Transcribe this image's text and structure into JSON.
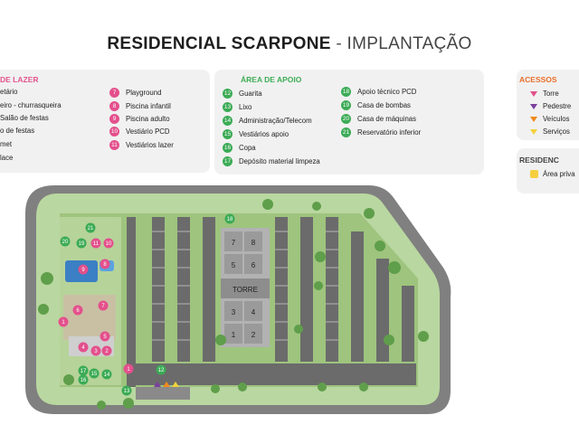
{
  "header": {
    "title_bold": "RESIDENCIAL SCARPONE",
    "separator": " - ",
    "title_light": "IMPLANTAÇÃO"
  },
  "lazer": {
    "title": "DE LAZER",
    "items": [
      {
        "num": "",
        "label": "etário"
      },
      {
        "num": "",
        "label": "eiro - churrasqueira"
      },
      {
        "num": "",
        "label": "Salão de festas"
      },
      {
        "num": "",
        "label": "o de festas"
      },
      {
        "num": "",
        "label": "met"
      },
      {
        "num": "",
        "label": "lace"
      },
      {
        "num": "7",
        "label": "Playground"
      },
      {
        "num": "8",
        "label": "Piscina infantil"
      },
      {
        "num": "9",
        "label": "Piscina adulto"
      },
      {
        "num": "10",
        "label": "Vestiário PCD"
      },
      {
        "num": "11",
        "label": "Vestiários lazer"
      }
    ]
  },
  "apoio": {
    "title": "ÁREA DE APOIO",
    "items": [
      {
        "num": "12",
        "label": "Guarita"
      },
      {
        "num": "13",
        "label": "Lixo"
      },
      {
        "num": "14",
        "label": "Administração/Telecom"
      },
      {
        "num": "15",
        "label": "Vestiários apoio"
      },
      {
        "num": "16",
        "label": "Copa"
      },
      {
        "num": "17",
        "label": "Depósito material limpeza"
      },
      {
        "num": "18",
        "label": "Apoio técnico PCD"
      },
      {
        "num": "19",
        "label": "Casa de bombas"
      },
      {
        "num": "20",
        "label": "Casa de máquinas"
      },
      {
        "num": "21",
        "label": "Reservatório inferior"
      }
    ]
  },
  "acessos": {
    "title": "ACESSOS",
    "items": [
      {
        "label": "Torre",
        "color": "#e3508c"
      },
      {
        "label": "Pedestre",
        "color": "#7b3f9e"
      },
      {
        "label": "Veículos",
        "color": "#f08a1c"
      },
      {
        "label": "Serviços",
        "color": "#f2d23b"
      }
    ]
  },
  "residencial": {
    "title": "RESIDENC",
    "items": [
      {
        "label": "Área priva",
        "color": "#f6cf3f"
      }
    ]
  },
  "map": {
    "tower_label": "TORRE",
    "tower_units": [
      "7",
      "8",
      "5",
      "6",
      "3",
      "4",
      "1",
      "2"
    ],
    "markers": [
      {
        "num": "21",
        "color": "#3bab55"
      },
      {
        "num": "20",
        "color": "#3bab55"
      },
      {
        "num": "19",
        "color": "#3bab55"
      },
      {
        "num": "11",
        "color": "#e3508c"
      },
      {
        "num": "10",
        "color": "#e3508c"
      },
      {
        "num": "8",
        "color": "#e3508c"
      },
      {
        "num": "9",
        "color": "#e3508c"
      },
      {
        "num": "7",
        "color": "#e3508c"
      },
      {
        "num": "6",
        "color": "#e3508c"
      },
      {
        "num": "1",
        "color": "#e3508c"
      },
      {
        "num": "5",
        "color": "#e3508c"
      },
      {
        "num": "4",
        "color": "#e3508c"
      },
      {
        "num": "3",
        "color": "#e3508c"
      },
      {
        "num": "2",
        "color": "#e3508c"
      },
      {
        "num": "17",
        "color": "#3bab55"
      },
      {
        "num": "16",
        "color": "#3bab55"
      },
      {
        "num": "15",
        "color": "#3bab55"
      },
      {
        "num": "14",
        "color": "#3bab55"
      },
      {
        "num": "13",
        "color": "#3bab55"
      },
      {
        "num": "1",
        "color": "#e3508c"
      },
      {
        "num": "12",
        "color": "#3bab55"
      },
      {
        "num": "18",
        "color": "#3bab55"
      }
    ],
    "colors": {
      "road": "#808080",
      "lawn": "#a9c98a",
      "parking": "#6b6b6b",
      "tower_roof": "#9a9a9a",
      "trees": "#5f9e4a",
      "pool": "#3b7fc4"
    }
  }
}
